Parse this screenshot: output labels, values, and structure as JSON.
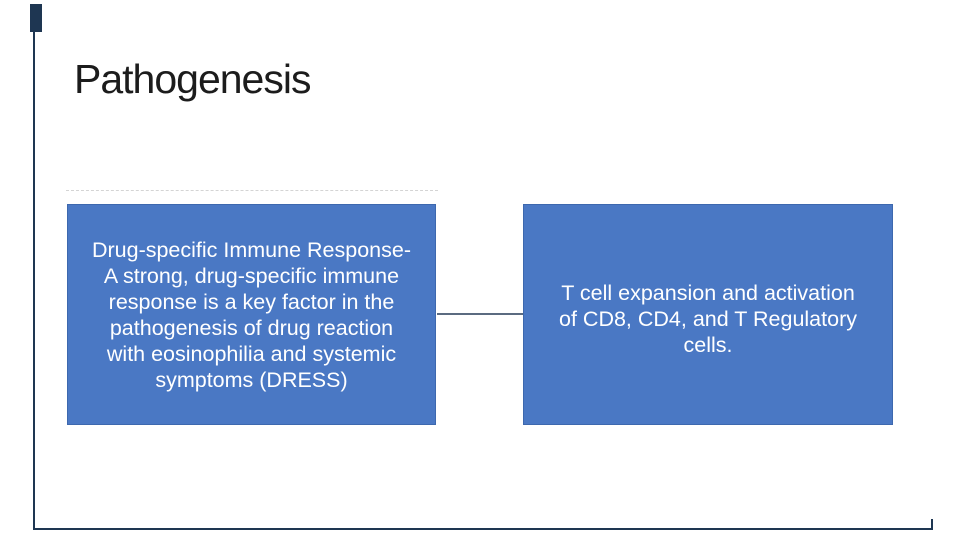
{
  "slide": {
    "title": "Pathogenesis",
    "diagram": {
      "left_box": {
        "text": "Drug-specific Immune Response-\nA strong, drug-specific immune\nresponse is a key factor in the\npathogenesis of drug reaction\nwith eosinophilia and systemic\nsymptoms (DRESS)"
      },
      "right_box": {
        "text": "T cell expansion and activation\nof CD8, CD4, and T Regulatory\ncells."
      },
      "connector": "plain horizontal line between left and right boxes"
    },
    "colors": {
      "background": "#ffffff",
      "title_text": "#1c1c1c",
      "box_fill": "#4a78c4",
      "box_border": "#3d68ae",
      "box_text": "#ffffff",
      "connector_line": "#5b6b80",
      "frame_navy": "#1e3652",
      "guide_line": "#d4d4d4"
    }
  }
}
